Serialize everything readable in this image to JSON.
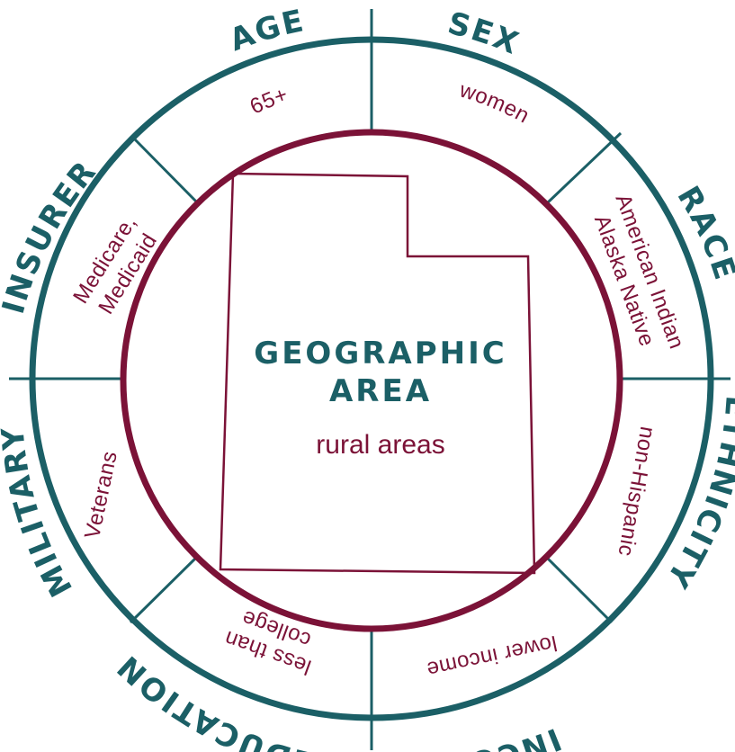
{
  "center": {
    "title_line1": "GEOGRAPHIC",
    "title_line2": "AREA",
    "subtitle": "rural areas"
  },
  "categories": {
    "age": "AGE",
    "sex": "SEX",
    "race": "RACE",
    "ethnicity": "ETHNICITY",
    "income": "INCOME",
    "education": "EDUCATION",
    "military": "MILITARY",
    "insurer": "INSURER"
  },
  "values": {
    "age": "65+",
    "sex": "women",
    "race_line1": "American Indian",
    "race_line2": "Alaska Native",
    "ethnicity": "non-Hispanic",
    "income": "lower income",
    "education_line1": "less than",
    "education_line2": "college",
    "military": "Veterans",
    "insurer_line1": "Medicare,",
    "insurer_line2": "Medicaid"
  },
  "colors": {
    "teal": "#1b5f66",
    "maroon": "#7b1237"
  }
}
